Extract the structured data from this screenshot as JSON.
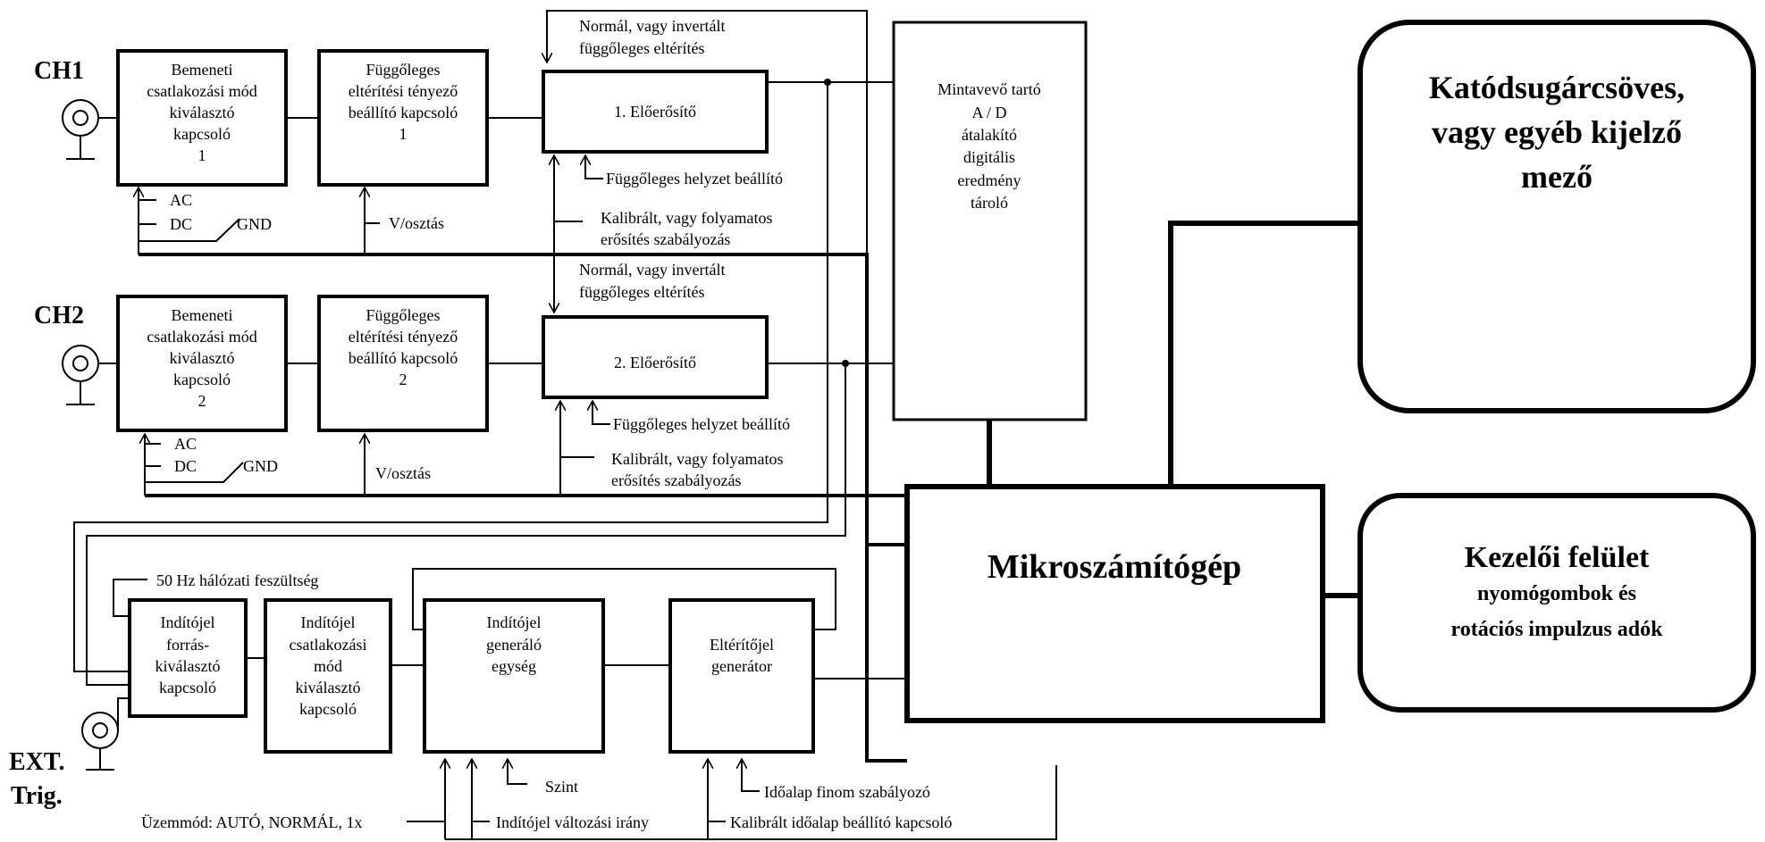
{
  "channels": {
    "ch1": "CH1",
    "ch2": "CH2",
    "ext_line1": "EXT.",
    "ext_line2": "Trig."
  },
  "ch1_row": {
    "input_mode_box": [
      "Bemeneti",
      "csatlakozási mód",
      "kiválasztó",
      "kapcsoló",
      "1"
    ],
    "v_factor_box": [
      "Függőleges",
      "eltérítési tényező",
      "beállító kapcsoló",
      "1"
    ],
    "preamp_box": "1. Előerősítő",
    "ac": "AC",
    "dc": "DC",
    "gnd": "GND",
    "v_div": "V/osztás",
    "invert_line1": "Normál, vagy invertált",
    "invert_line2": "függőleges eltérítés",
    "position": "Függőleges helyzet beállító",
    "gain_line1": "Kalibrált, vagy folyamatos",
    "gain_line2": "erősítés szabályozás"
  },
  "ch2_row": {
    "input_mode_box": [
      "Bemeneti",
      "csatlakozási mód",
      "kiválasztó",
      "kapcsoló",
      "2"
    ],
    "v_factor_box": [
      "Függőleges",
      "eltérítési tényező",
      "beállító kapcsoló",
      "2"
    ],
    "preamp_box": "2. Előerősítő",
    "ac": "AC",
    "dc": "DC",
    "gnd": "GND",
    "v_div": "V/osztás",
    "invert_line1": "Normál, vagy invertált",
    "invert_line2": "függőleges eltérítés",
    "position": "Függőleges helyzet beállító",
    "gain_line1": "Kalibrált, vagy folyamatos",
    "gain_line2": "erősítés szabályozás"
  },
  "adc_box": [
    "Mintavevő tartó",
    "A / D",
    "átalakító",
    "digitális",
    "eredmény",
    "tároló"
  ],
  "display_box": [
    "Katódsugárcsöves,",
    "vagy egyéb kijelző",
    "mező"
  ],
  "micro_box": "Mikroszámítógép",
  "ui_box": {
    "title": "Kezelői felület",
    "line1": "nyomógombok és",
    "line2": "rotációs impulzus adók"
  },
  "trigger_row": {
    "mains": "50 Hz hálózati feszültség",
    "source_box": [
      "Indítójel",
      "forrás-",
      "kiválasztó",
      "kapcsoló"
    ],
    "coupling_box": [
      "Indítójel",
      "csatlakozási",
      "mód",
      "kiválasztó",
      "kapcsoló"
    ],
    "gen_box": [
      "Indítójel",
      "generáló",
      "egység"
    ],
    "sweep_box": [
      "Eltérítőjel",
      "generátor"
    ],
    "level": "Szint",
    "slope": "Indítójel változási irány",
    "mode": "Üzemmód:  AUTÓ,  NORMÁL,  1x",
    "fine": "Időalap finom szabályozó",
    "cal": "Kalibrált időalap beállító kapcsoló"
  }
}
